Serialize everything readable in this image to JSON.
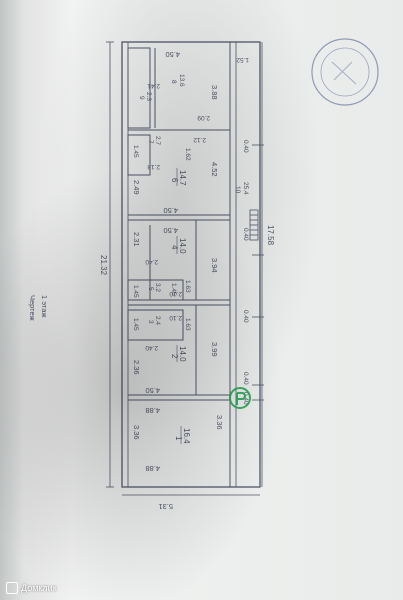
{
  "header": {
    "title": "Чертеж",
    "floor": "1 этаж"
  },
  "dims": {
    "total_length": "21.32",
    "right_length": "17.58",
    "bottom_width": "5.31",
    "top_width": "4.50",
    "top_right_small": "1.52",
    "w_4_50_a": "4.50",
    "w_4_50_b": "4.50",
    "w_4_50_c": "4.50",
    "w_4_88_a": "4.88",
    "w_4_88_b": "4.88",
    "h_3_36_a": "3.36",
    "h_3_36_b": "3.36",
    "h_2_36": "2.36",
    "h_3_99": "3.99",
    "h_3_94": "3.94",
    "h_4_52": "4.52",
    "h_3_88": "3.88",
    "h_2_49": "2.49",
    "h_2_31": "2.31",
    "w_2_40_a": "2.40",
    "w_2_40_b": "2.40",
    "w_2_10_a": "2.10",
    "w_2_10_b": "2.10",
    "w_2_12": "2.12",
    "w_2_18": "2.18",
    "w_2_41": "2.41",
    "w_2_09": "2.09",
    "w_1_63_a": "1.63",
    "w_1_63_b": "1.63",
    "w_1_45_a": "1.45",
    "w_1_45_b": "1.45",
    "w_1_45_c": "1.45",
    "w_1_45_d": "1.45",
    "w_1_62": "1.62",
    "w_0_40_a": "0.40",
    "w_0_40_b": "0.40",
    "w_0_40_c": "0.40",
    "w_0_40_d": "0.40",
    "w_0_40_e": "0.40"
  },
  "rooms": [
    {
      "num": "1",
      "area": "16.4"
    },
    {
      "num": "2",
      "area": "14.0"
    },
    {
      "num": "3",
      "area": "2.4"
    },
    {
      "num": "4",
      "area": "14.0"
    },
    {
      "num": "5",
      "area": "3.2"
    },
    {
      "num": "6",
      "area": "14.7"
    },
    {
      "num": "7",
      "area": "2.7"
    },
    {
      "num": "8",
      "area": "13.6"
    },
    {
      "num": "9",
      "area": "2.3"
    },
    {
      "num": "10",
      "area": "25.4"
    }
  ],
  "watermark": "Домклик",
  "colors": {
    "ink": "#4f5569",
    "paper": "#eef0ef",
    "stamp": "#7c84a8",
    "logo": "#19a34a"
  }
}
